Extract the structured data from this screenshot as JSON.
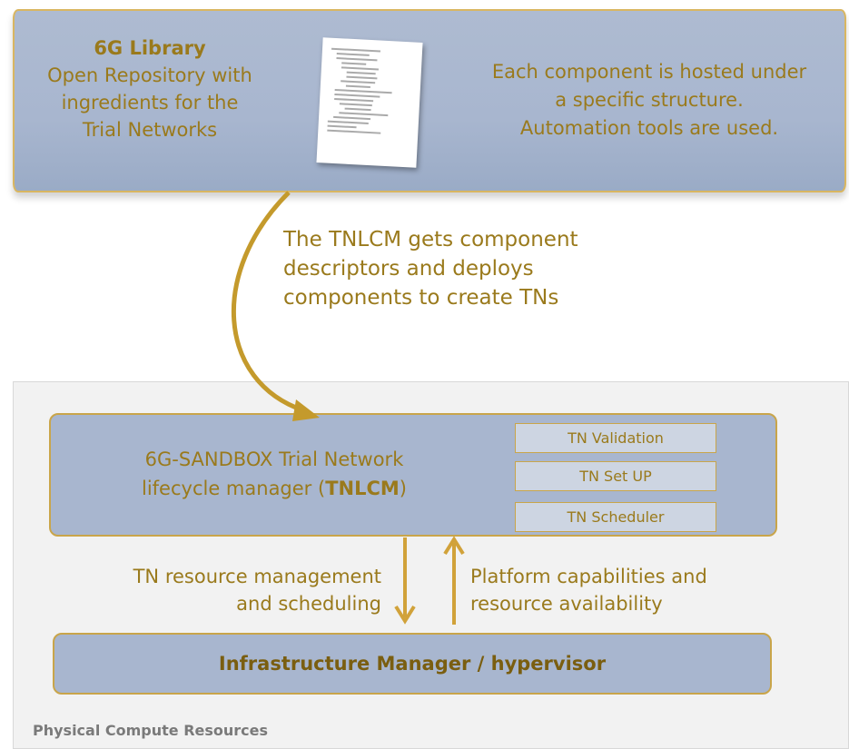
{
  "library": {
    "title": "6G Library",
    "subtitle_lines": [
      "Open Repository with",
      "ingredients for the",
      "Trial Networks"
    ],
    "description_lines": [
      "Each component is hosted under",
      "a specific structure.",
      "Automation tools are used."
    ]
  },
  "caption_lines": [
    "The TNLCM gets component",
    "descriptors and deploys",
    "components to create TNs"
  ],
  "tnlcm": {
    "title_line1": "6G-SANDBOX Trial Network",
    "title_line2_prefix": "lifecycle manager (",
    "title_line2_bold": "TNLCM",
    "title_line2_suffix": ")",
    "modules": [
      "TN Validation",
      "TN Set UP",
      "TN Scheduler"
    ]
  },
  "flows": {
    "down_lines": [
      "TN resource management",
      "and scheduling"
    ],
    "up_lines": [
      "Platform capabilities and",
      "resource availability"
    ]
  },
  "infrastructure": {
    "label": "Infrastructure Manager / hypervisor"
  },
  "compute": {
    "label": "Physical Compute Resources"
  },
  "colors": {
    "accent_gold": "#c9a54a",
    "text_gold": "#9a7a1c",
    "box_blue": "#a8b6cf",
    "module_fill": "#cdd5e2",
    "compute_bg": "#f2f2f2"
  }
}
